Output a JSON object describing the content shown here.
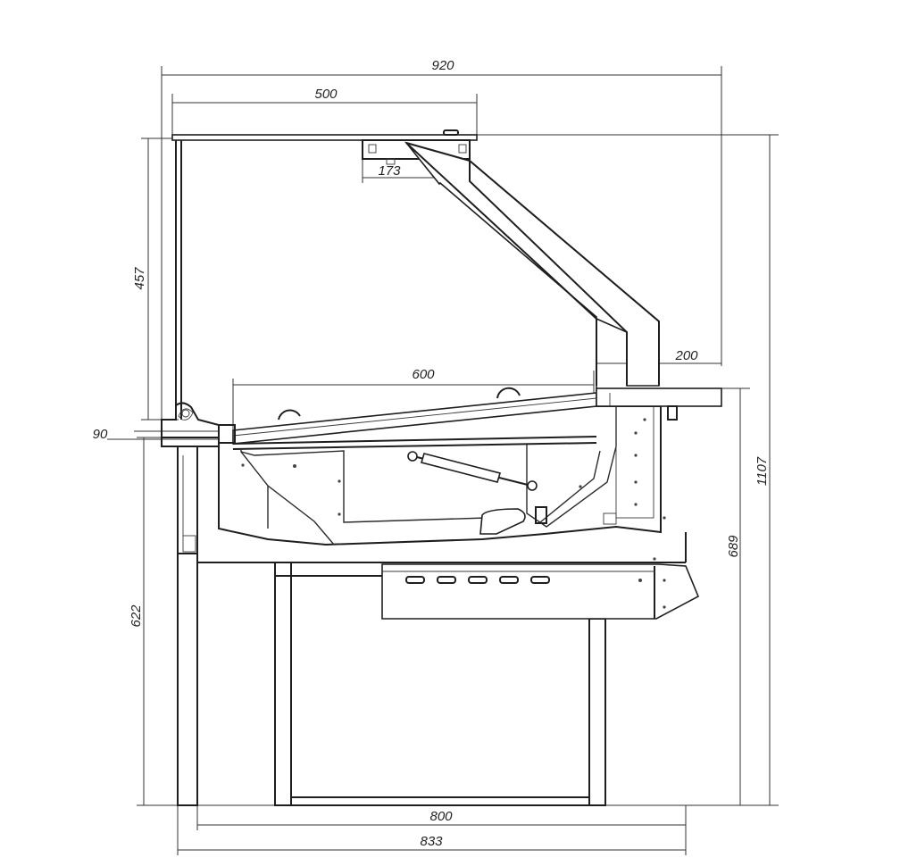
{
  "drawing": {
    "dimensions": {
      "overall_width": "920",
      "top_canopy_width": "500",
      "light_offset": "173",
      "glass_height": "457",
      "base_step": "90",
      "display_depth": "600",
      "rear_shelf_depth": "200",
      "total_height": "1107",
      "counter_height": "689",
      "base_height": "622",
      "stand_depth": "800",
      "body_depth": "833"
    },
    "line_color": "#1e1e1e",
    "background": "#ffffff"
  }
}
